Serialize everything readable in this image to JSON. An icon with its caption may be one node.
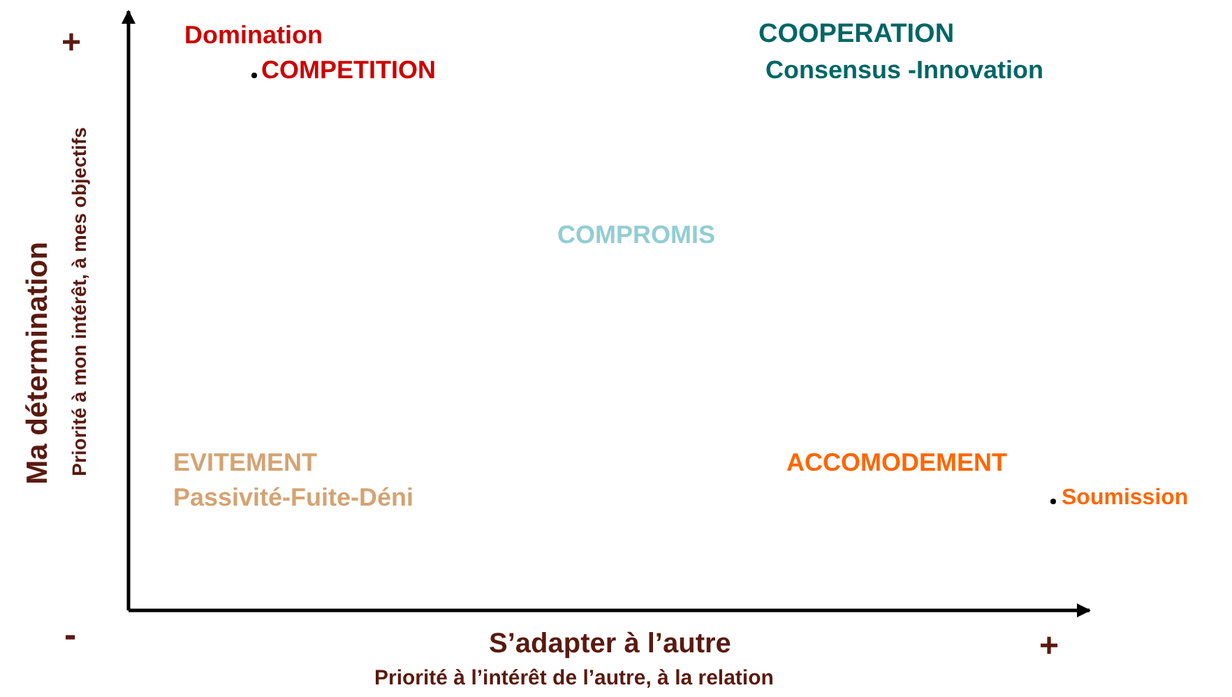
{
  "diagram": {
    "labels": [
      "+",
      "Domination",
      "COOPERATION",
      "COMPETITION",
      "Consensus -Innovation",
      "Ma détermination",
      "Priorité à mon intérêt, à mes objectifs",
      "COMPROMIS",
      "EVITEMENT",
      "ACCOMODEMENT",
      "Passivité-Fuite-Déni",
      "Soumission",
      "-",
      "S’adapter à l’autre",
      "+",
      "Priorité à l’intérêt de l’autre, à la relation"
    ]
  }
}
